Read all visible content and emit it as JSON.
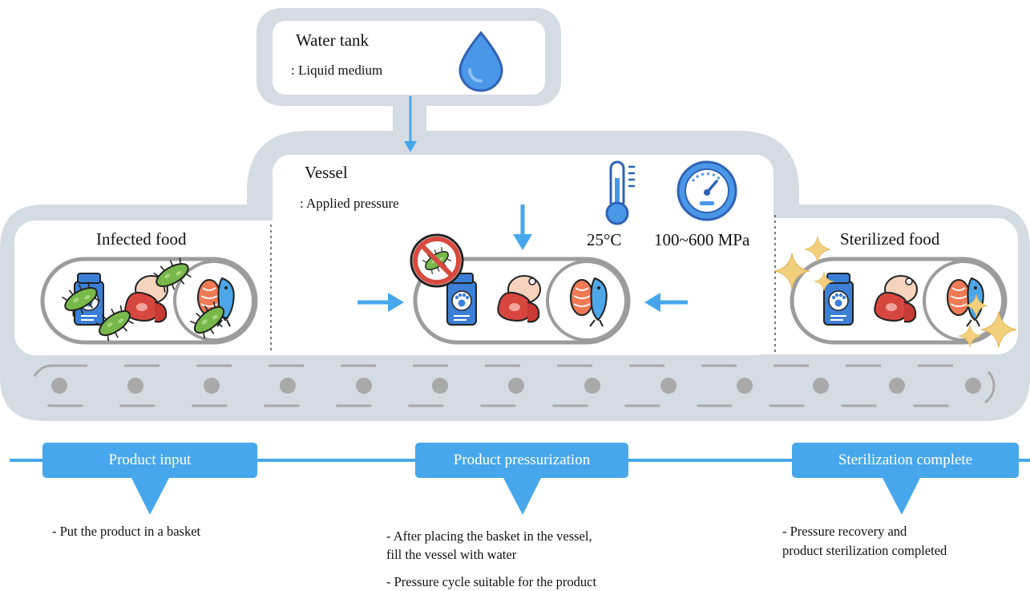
{
  "water_tank": {
    "title": "Water tank",
    "subtitle": ": Liquid medium",
    "icon": "water-drop-icon"
  },
  "vessel": {
    "title": "Vessel",
    "subtitle": ": Applied pressure",
    "temperature": "25°C",
    "pressure": "100~600 MPa",
    "icons": [
      "thermometer-icon",
      "pressure-gauge-icon",
      "no-bacteria-icon",
      "pressure-arrow-icon"
    ]
  },
  "infected": {
    "title": "Infected food",
    "icons": [
      "pet-food-icon",
      "meat-icon",
      "fish-icon",
      "bacteria-icon"
    ]
  },
  "sterilized": {
    "title": "Sterilized food",
    "icons": [
      "pet-food-icon",
      "meat-icon",
      "fish-icon",
      "sparkle-icon"
    ]
  },
  "stages": [
    {
      "label": "Product input",
      "notes": [
        "- Put the product in a basket"
      ]
    },
    {
      "label": "Product pressurization",
      "notes": [
        "- After placing the basket in the vessel,",
        "  fill the vessel with water",
        "- Pressure cycle suitable for the product"
      ]
    },
    {
      "label": "Sterilization complete",
      "notes": [
        "- Pressure recovery and",
        "  product sterilization completed"
      ]
    }
  ],
  "colors": {
    "frame": "#d5dbe2",
    "accent": "#47a7ec",
    "conveyor": "#a9a9a9",
    "bacteria": "#78b84a",
    "meat": "#d8473f",
    "can": "#3c7fd6",
    "sparkle": "#f2cf7c"
  }
}
